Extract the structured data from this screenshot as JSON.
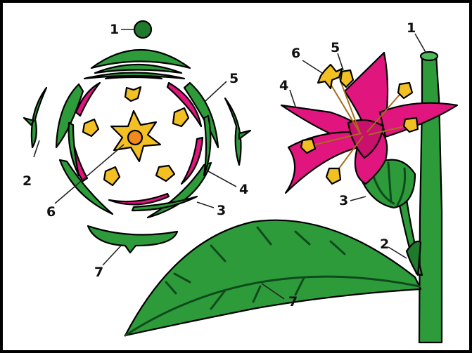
{
  "diagram": {
    "floral_diagram_labels": [
      "1",
      "2",
      "3",
      "4",
      "5",
      "6",
      "7"
    ],
    "flower_drawing_labels": [
      "1",
      "2",
      "3",
      "4",
      "5",
      "6",
      "7"
    ]
  },
  "colors": {
    "green": "#2e9b3b",
    "dark_green": "#1f7a2d",
    "magenta": "#e0157e",
    "yellow": "#f3c023",
    "orange": "#f08a1c"
  }
}
